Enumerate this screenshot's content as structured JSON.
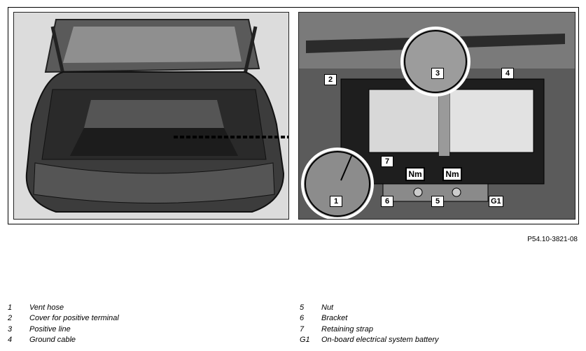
{
  "figure": {
    "code": "P54.10-3821-08",
    "nm_label": "Nm",
    "callouts": [
      "2",
      "3",
      "4",
      "7",
      "1",
      "6",
      "5",
      "G1"
    ]
  },
  "legend": {
    "left": [
      {
        "num": "1",
        "text": "Vent hose"
      },
      {
        "num": "2",
        "text": "Cover for positive terminal"
      },
      {
        "num": "3",
        "text": "Positive line"
      },
      {
        "num": "4",
        "text": "Ground cable"
      }
    ],
    "right": [
      {
        "num": "5",
        "text": "Nut"
      },
      {
        "num": "6",
        "text": "Bracket"
      },
      {
        "num": "7",
        "text": "Retaining strap"
      },
      {
        "num": "G1",
        "text": "On-board electrical system battery"
      }
    ]
  }
}
